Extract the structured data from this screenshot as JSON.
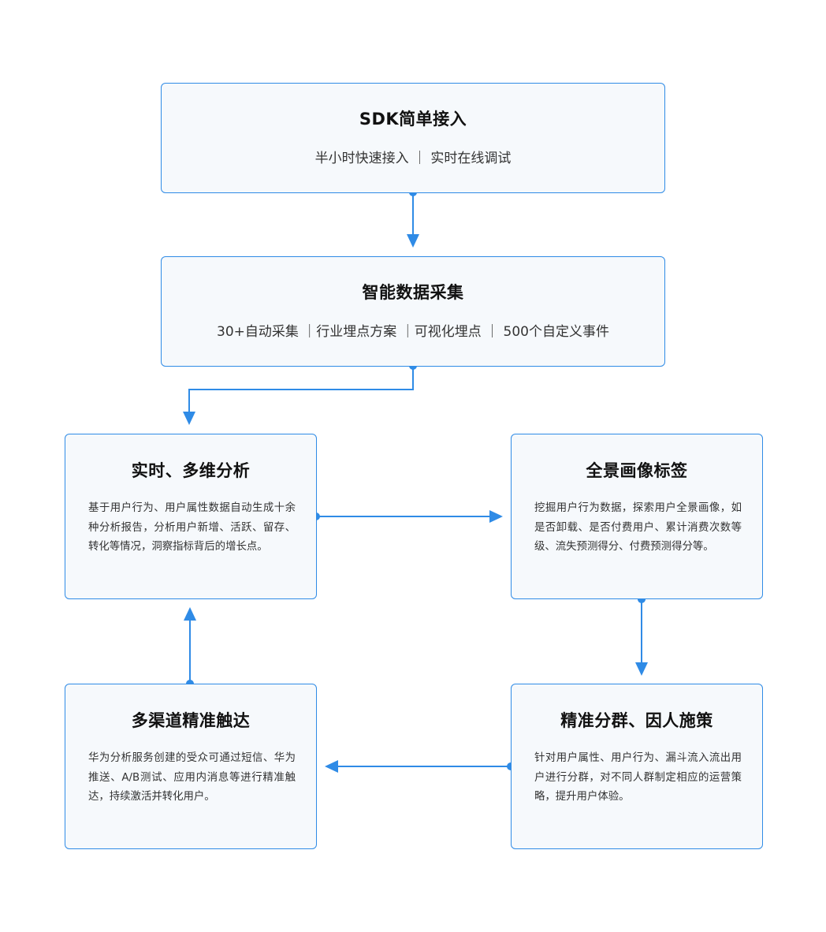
{
  "nodes": {
    "sdk": {
      "title": "SDK简单接入",
      "subtitle": "半小时快速接入 ｜ 实时在线调试"
    },
    "collect": {
      "title": "智能数据采集",
      "subtitle": "30+自动采集 ｜行业埋点方案 ｜可视化埋点 ｜ 500个自定义事件"
    },
    "realtime": {
      "title": "实时、多维分析",
      "desc": "基于用户行为、用户属性数据自动生成十余种分析报告，分析用户新增、活跃、留存、转化等情况，洞察指标背后的增长点。"
    },
    "portrait": {
      "title": "全景画像标签",
      "desc": "挖掘用户行为数据，探索用户全景画像，如是否卸载、是否付费用户、累计消费次数等级、流失预测得分、付费预测得分等。"
    },
    "reach": {
      "title": "多渠道精准触达",
      "desc": "华为分析服务创建的受众可通过短信、华为推送、A/B测试、应用内消息等进行精准触达，持续激活并转化用户。"
    },
    "segment": {
      "title": "精准分群、因人施策",
      "desc": "针对用户属性、用户行为、漏斗流入流出用户进行分群，对不同人群制定相应的运营策略，提升用户体验。"
    }
  },
  "colors": {
    "accent": "#2f8be6",
    "box_fill": "#f6f9fc",
    "title_text": "#111111",
    "body_text": "#333333"
  }
}
